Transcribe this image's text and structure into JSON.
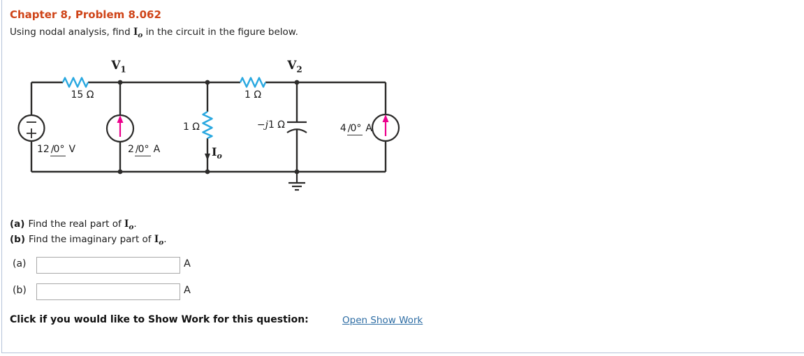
{
  "page": {
    "title": "Chapter 8, Problem 8.062",
    "statement": {
      "before": "Using nodal analysis, find ",
      "symbol": {
        "base": "I",
        "sub": "o"
      },
      "after": " in the circuit in the figure below."
    }
  },
  "circuit": {
    "nodes": {
      "v1": {
        "base": "V",
        "sub": "1"
      },
      "v2": {
        "base": "V",
        "sub": "2"
      }
    },
    "components": {
      "r_series_left": "15 Ω",
      "r_series_right": "1 Ω",
      "r_output": "1 Ω",
      "capacitor": {
        "minus": "−",
        "imag": "j",
        "value": "1 Ω"
      }
    },
    "output_current": {
      "base": "I",
      "sub": "o"
    },
    "sources": {
      "voltage": {
        "magnitude": "12",
        "angle": "0°",
        "unit": "V"
      },
      "current_left": {
        "magnitude": "2",
        "angle": "0°",
        "unit": "A"
      },
      "current_right": {
        "magnitude": "4",
        "angle": "0°",
        "unit": "A"
      }
    }
  },
  "questions": {
    "a": {
      "label": "(a)",
      "text": "Find the real part of ",
      "symbol": {
        "base": "I",
        "sub": "o"
      },
      "suffix": "."
    },
    "b": {
      "label": "(b)",
      "text": "Find the imaginary part of ",
      "symbol": {
        "base": "I",
        "sub": "o"
      },
      "suffix": "."
    }
  },
  "answers": {
    "a": {
      "label": "(a)",
      "value": "",
      "unit": "A"
    },
    "b": {
      "label": "(b)",
      "value": "",
      "unit": "A"
    }
  },
  "show_work": {
    "prompt": "Click if you would like to Show Work for this question:",
    "link_label": "Open Show Work"
  },
  "colors": {
    "title": "#cf4418",
    "link": "#2e6da4",
    "wire": "#2b2a29",
    "resistor": "#29a8e0",
    "source_arrow": "#ec008c",
    "page_border": "#b5c3d9"
  }
}
